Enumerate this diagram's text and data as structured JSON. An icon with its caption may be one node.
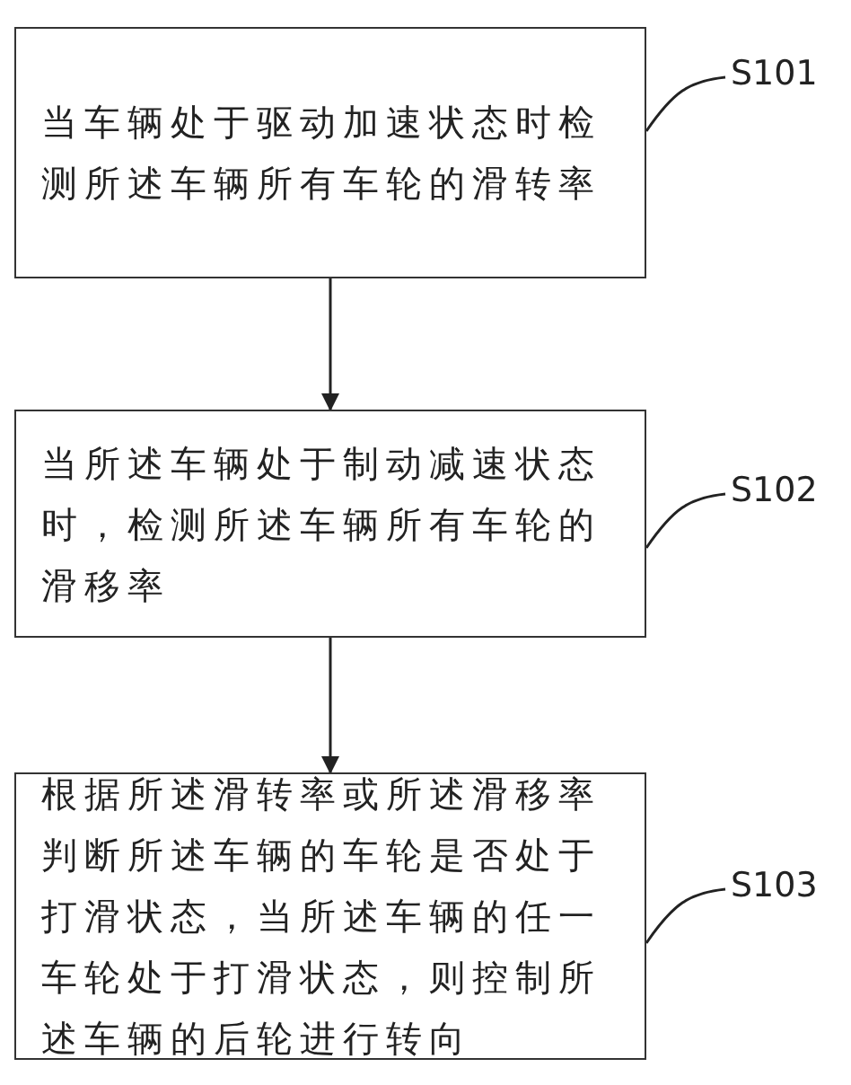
{
  "diagram": {
    "nodes": [
      {
        "text": [
          "当车辆处于驱动加速状态时检测所述车辆所有车轮的滑转率"
        ]
      },
      {
        "text": [
          "S101"
        ]
      },
      {
        "text": [
          "当所述车辆处于制动减速状态时，检测所述车辆所有车轮的滑移率"
        ]
      },
      {
        "text": [
          "S102"
        ]
      },
      {
        "text": [
          "根据所述滑转率或所述滑移率判断所述车辆的车轮是否处于打滑状态，当所述车辆的任一车轮处于打滑状态，则控制所述车辆的后轮进行转向"
        ]
      },
      {
        "text": [
          "S103"
        ]
      }
    ],
    "edges": [
      {
        "from": 0,
        "to": 2,
        "arrow": "to"
      },
      {
        "from": 2,
        "to": 4,
        "arrow": "to"
      },
      {
        "from": 1,
        "to": 0,
        "arrow": "none"
      },
      {
        "from": 3,
        "to": 2,
        "arrow": "none"
      },
      {
        "from": 5,
        "to": 4,
        "arrow": "none"
      }
    ]
  }
}
